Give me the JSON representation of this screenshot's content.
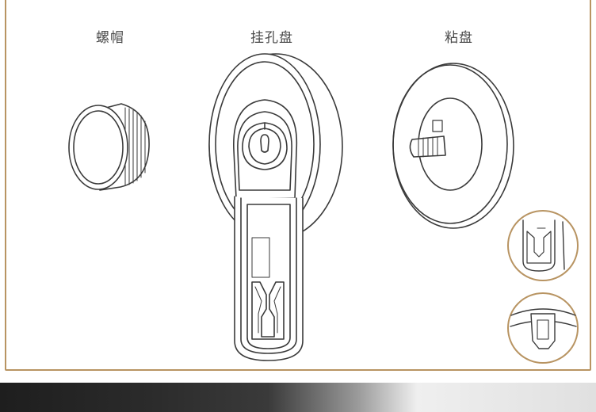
{
  "labels": {
    "nut": "螺帽",
    "hanger": "挂孔盘",
    "sucker": "粘盘"
  },
  "colors": {
    "frame": "#b89462",
    "line": "#3a3a3a"
  }
}
